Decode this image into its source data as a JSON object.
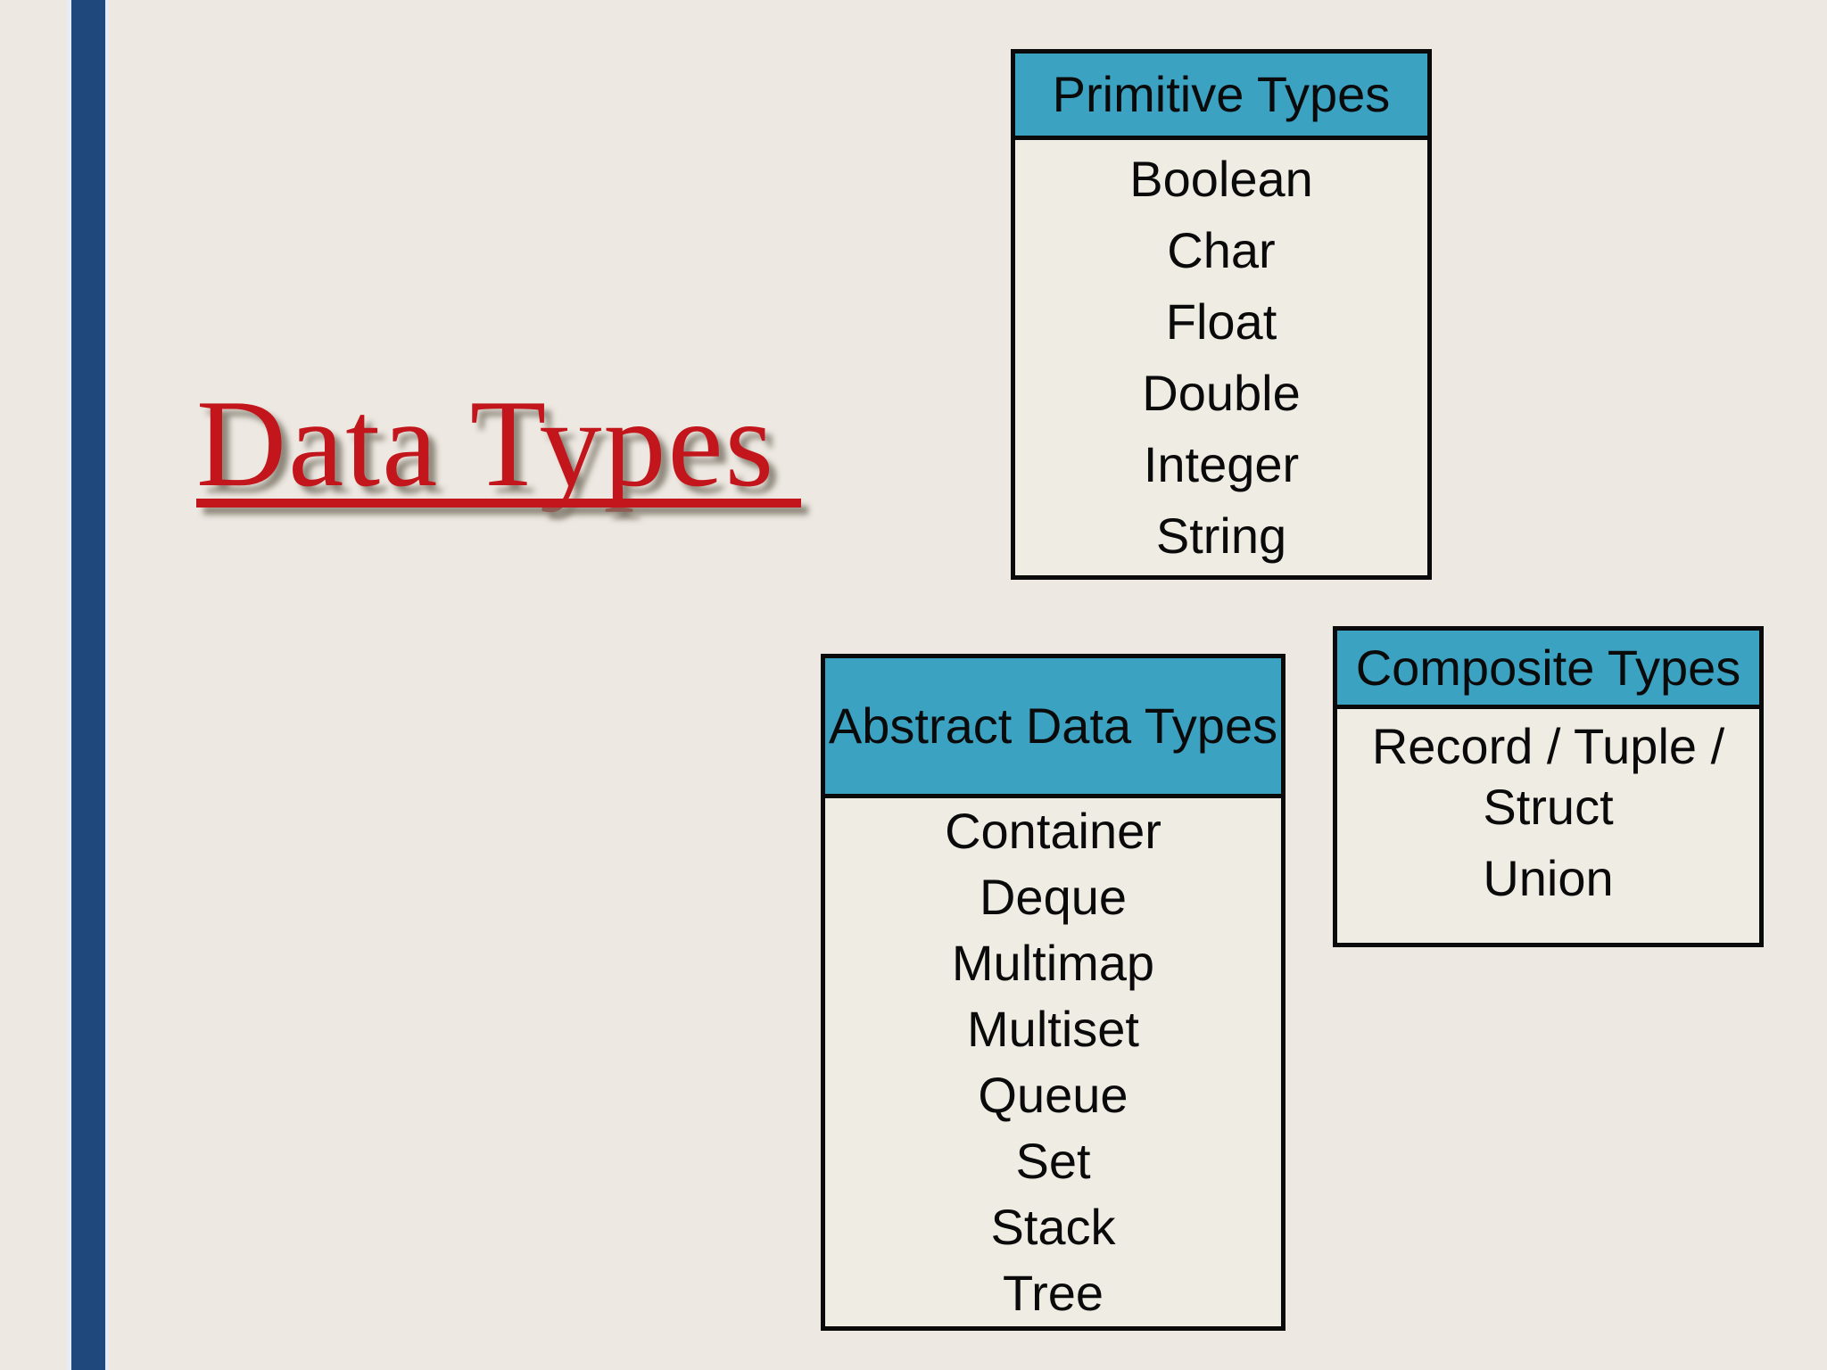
{
  "slide": {
    "background_color": "#EDE9E2",
    "accent_bar_color": "#1F497D",
    "accent_bar_edge_color": "#E6ECF6",
    "box_border_color": "#0A0A0A",
    "box_body_color": "#EFECE4"
  },
  "title": {
    "text": "Data Types",
    "color": "#C3161C"
  },
  "boxes": [
    {
      "header": "Primitive Types",
      "header_bg": "#3BA2C1",
      "items": [
        "Boolean",
        "Char",
        "Float",
        "Double",
        "Integer",
        "String"
      ]
    },
    {
      "header": "Abstract Data Types",
      "header_bg": "#3BA2C1",
      "items": [
        "Container",
        "Deque",
        "Multimap",
        "Multiset",
        "Queue",
        "Set",
        "Stack",
        "Tree"
      ]
    },
    {
      "header": "Composite Types",
      "header_bg": "#3BA2C1",
      "items": [
        "Record / Tuple / Struct",
        "Union"
      ]
    }
  ]
}
